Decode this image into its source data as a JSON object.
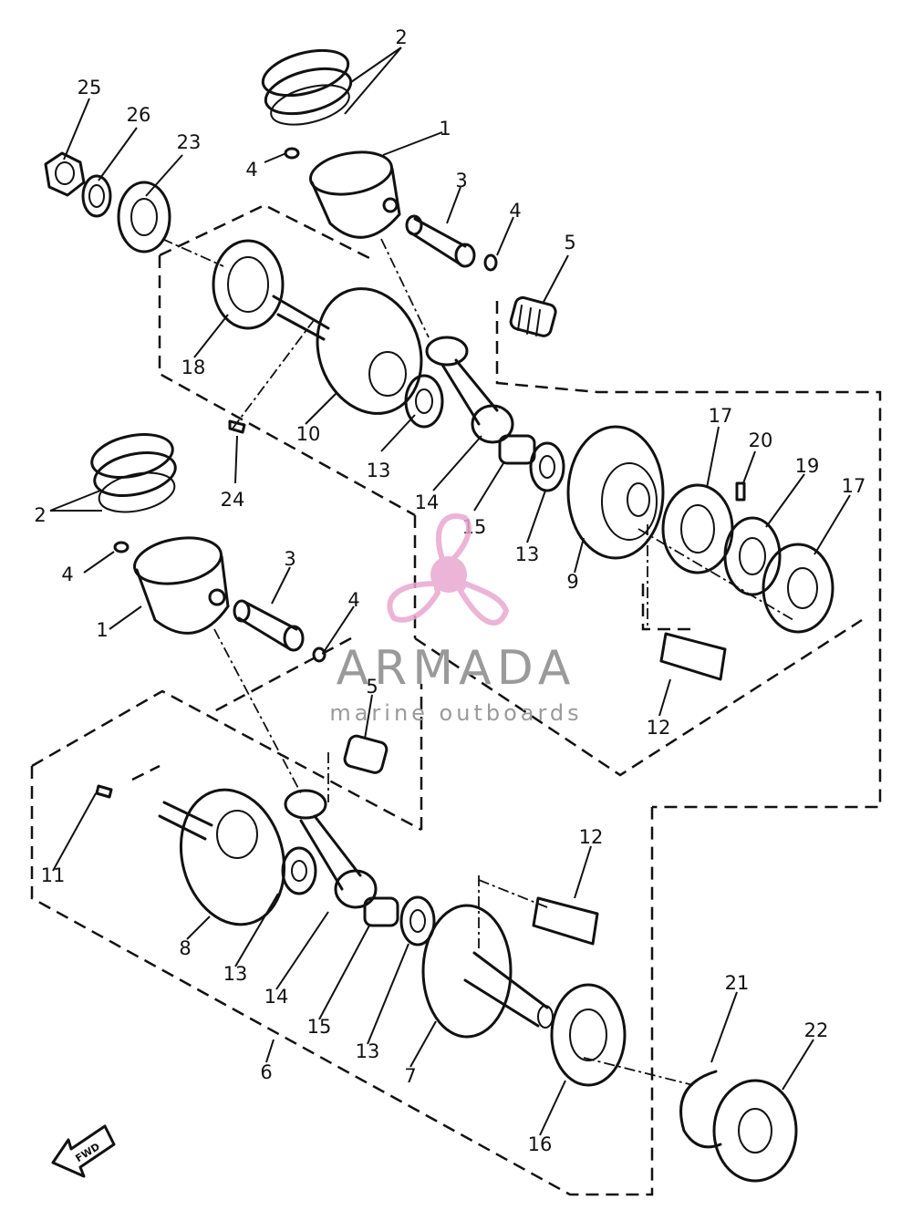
{
  "diagram": {
    "labels": [
      {
        "id": "l2a",
        "text": "2"
      },
      {
        "id": "l25",
        "text": "25"
      },
      {
        "id": "l26",
        "text": "26"
      },
      {
        "id": "l23",
        "text": "23"
      },
      {
        "id": "l4a",
        "text": "4"
      },
      {
        "id": "l1a",
        "text": "1"
      },
      {
        "id": "l3a",
        "text": "3"
      },
      {
        "id": "l4b",
        "text": "4"
      },
      {
        "id": "l5a",
        "text": "5"
      },
      {
        "id": "l18",
        "text": "18"
      },
      {
        "id": "l10",
        "text": "10"
      },
      {
        "id": "l24",
        "text": "24"
      },
      {
        "id": "l13a",
        "text": "13"
      },
      {
        "id": "l14a",
        "text": "14"
      },
      {
        "id": "l15a",
        "text": "15"
      },
      {
        "id": "l13b",
        "text": "13"
      },
      {
        "id": "l9",
        "text": "9"
      },
      {
        "id": "l17a",
        "text": "17"
      },
      {
        "id": "l20",
        "text": "20"
      },
      {
        "id": "l19",
        "text": "19"
      },
      {
        "id": "l17b",
        "text": "17"
      },
      {
        "id": "l2b",
        "text": "2"
      },
      {
        "id": "l4c",
        "text": "4"
      },
      {
        "id": "l3b",
        "text": "3"
      },
      {
        "id": "l1b",
        "text": "1"
      },
      {
        "id": "l4d",
        "text": "4"
      },
      {
        "id": "l5b",
        "text": "5"
      },
      {
        "id": "l12a",
        "text": "12"
      },
      {
        "id": "l11",
        "text": "11"
      },
      {
        "id": "l12b",
        "text": "12"
      },
      {
        "id": "l8",
        "text": "8"
      },
      {
        "id": "l13c",
        "text": "13"
      },
      {
        "id": "l14b",
        "text": "14"
      },
      {
        "id": "l15b",
        "text": "15"
      },
      {
        "id": "l13d",
        "text": "13"
      },
      {
        "id": "l7",
        "text": "7"
      },
      {
        "id": "l6",
        "text": "6"
      },
      {
        "id": "l16",
        "text": "16"
      },
      {
        "id": "l21",
        "text": "21"
      },
      {
        "id": "l22",
        "text": "22"
      }
    ],
    "fwd_label": "FWD"
  },
  "watermark": {
    "title": "ARMADA",
    "subtitle": "marine outboards",
    "logo_icon": "propeller-icon",
    "logo_color": "#e9a8cf"
  },
  "colors": {
    "ink": "#111111",
    "background": "#ffffff",
    "watermark_text": "#9a9a9a"
  }
}
